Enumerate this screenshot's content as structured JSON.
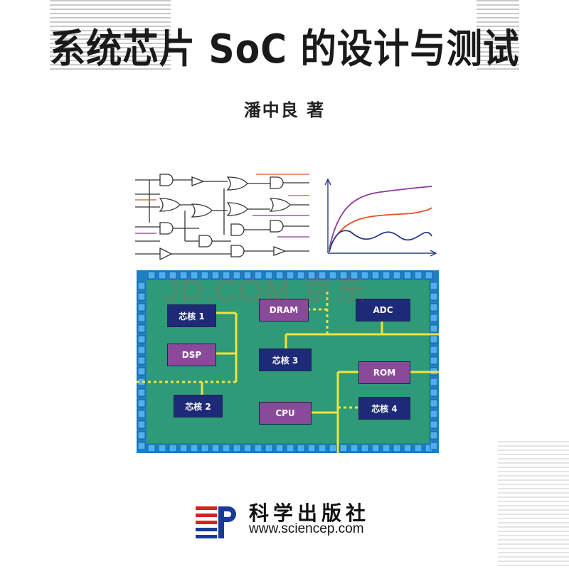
{
  "book": {
    "title": "系统芯片 SoC 的设计与测试",
    "author": "潘中良  著"
  },
  "chip_blocks": {
    "core1": "芯核 1",
    "dsp": "DSP",
    "core2": "芯核 2",
    "dram": "DRAM",
    "core3": "芯核 3",
    "cpu": "CPU",
    "adc": "ADC",
    "rom": "ROM",
    "core4": "芯核 4"
  },
  "watermark": "JD.COM 京东",
  "publisher": {
    "name": "科学出版社",
    "url": "www.sciencep.com"
  },
  "colors": {
    "board_green": "#2f9a78",
    "pad_blue": "#2a8fd8",
    "wire_yellow": "#f2e33a",
    "block_navy": "#1e2a78",
    "block_purple": "#8a4a9a",
    "curve_purple": "#8a3a9a",
    "curve_orange": "#e0502a",
    "curve_navy": "#283a8a"
  }
}
